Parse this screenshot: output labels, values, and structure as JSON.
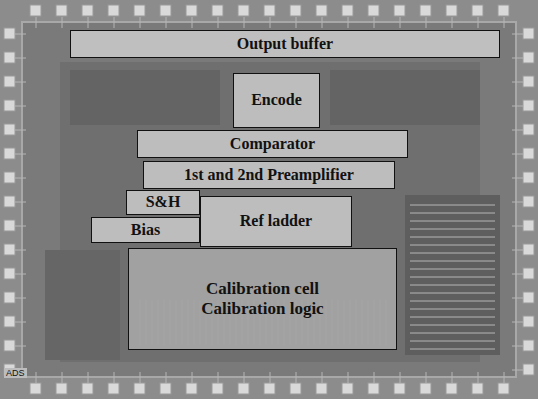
{
  "diagram": {
    "nodes": [
      {
        "text": [
          "Output buffer"
        ]
      },
      {
        "text": [
          "Encode"
        ]
      },
      {
        "text": [
          "Comparator"
        ]
      },
      {
        "text": [
          "1st and 2nd Preamplifier"
        ]
      },
      {
        "text": [
          "S&H"
        ]
      },
      {
        "text": [
          "Ref ladder"
        ]
      },
      {
        "text": [
          "Bias"
        ]
      },
      {
        "text": [
          "Calibration cell Calibration logic"
        ]
      }
    ],
    "labels": [
      "ADS"
    ]
  }
}
